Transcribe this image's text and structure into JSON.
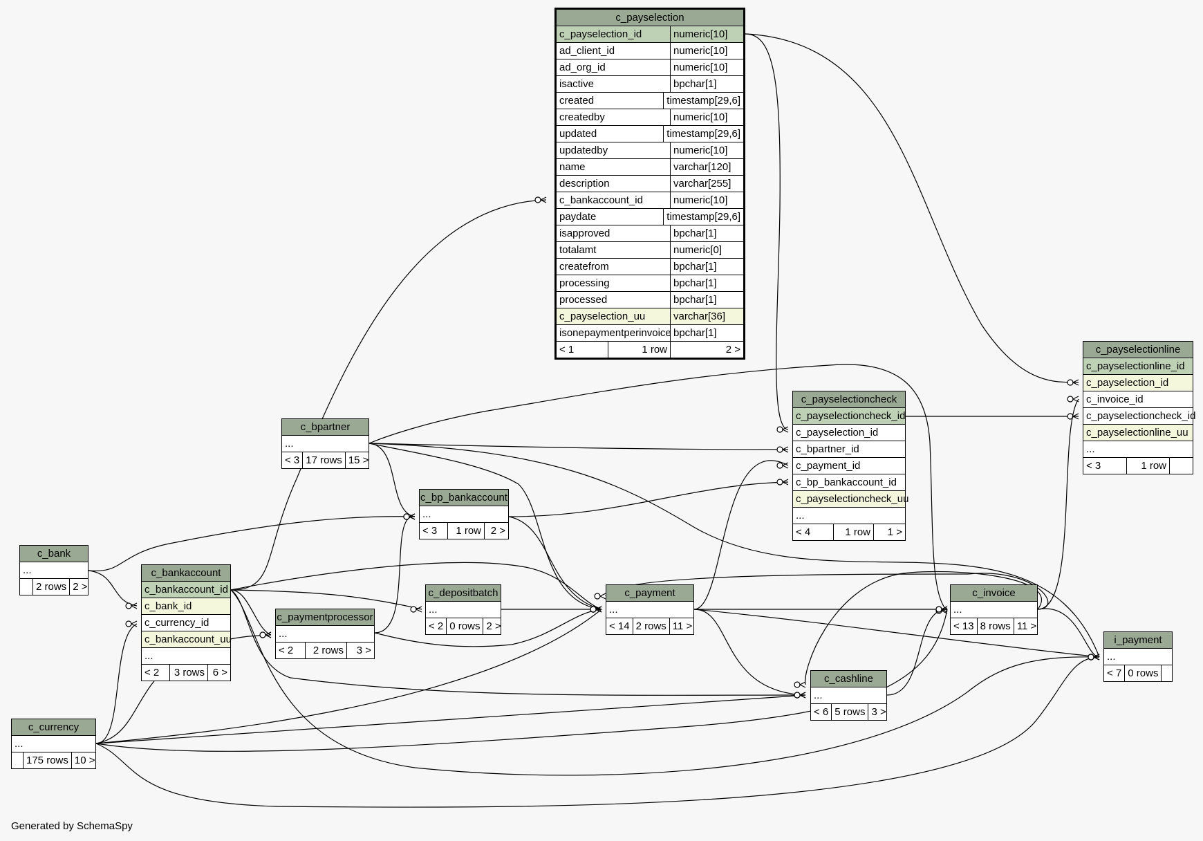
{
  "footer_text": "Generated by SchemaSpy",
  "colors": {
    "header": "#9aa994",
    "primary_key": "#bfd1b5",
    "unique": "#f4f7dc",
    "background": "#f7f7f7"
  },
  "tables": {
    "c_payselection": {
      "name": "c_payselection",
      "columns": [
        {
          "name": "c_payselection_id",
          "type": "numeric[10]",
          "kind": "pk"
        },
        {
          "name": "ad_client_id",
          "type": "numeric[10]"
        },
        {
          "name": "ad_org_id",
          "type": "numeric[10]"
        },
        {
          "name": "isactive",
          "type": "bpchar[1]"
        },
        {
          "name": "created",
          "type": "timestamp[29,6]"
        },
        {
          "name": "createdby",
          "type": "numeric[10]"
        },
        {
          "name": "updated",
          "type": "timestamp[29,6]"
        },
        {
          "name": "updatedby",
          "type": "numeric[10]"
        },
        {
          "name": "name",
          "type": "varchar[120]"
        },
        {
          "name": "description",
          "type": "varchar[255]"
        },
        {
          "name": "c_bankaccount_id",
          "type": "numeric[10]"
        },
        {
          "name": "paydate",
          "type": "timestamp[29,6]"
        },
        {
          "name": "isapproved",
          "type": "bpchar[1]"
        },
        {
          "name": "totalamt",
          "type": "numeric[0]"
        },
        {
          "name": "createfrom",
          "type": "bpchar[1]"
        },
        {
          "name": "processing",
          "type": "bpchar[1]"
        },
        {
          "name": "processed",
          "type": "bpchar[1]"
        },
        {
          "name": "c_payselection_uu",
          "type": "varchar[36]",
          "kind": "uq"
        },
        {
          "name": "isonepaymentperinvoice",
          "type": "bpchar[1]"
        }
      ],
      "footer": [
        "< 1",
        "1 row",
        "2 >"
      ]
    },
    "c_payselectionline": {
      "name": "c_payselectionline",
      "columns": [
        {
          "name": "c_payselectionline_id",
          "kind": "pk"
        },
        {
          "name": "c_payselection_id",
          "kind": "uq"
        },
        {
          "name": "c_invoice_id"
        },
        {
          "name": "c_payselectioncheck_id"
        },
        {
          "name": "c_payselectionline_uu",
          "kind": "uq"
        },
        {
          "name": "..."
        }
      ],
      "footer": [
        "< 3",
        "1 row",
        ""
      ]
    },
    "c_payselectioncheck": {
      "name": "c_payselectioncheck",
      "columns": [
        {
          "name": "c_payselectioncheck_id",
          "kind": "pk"
        },
        {
          "name": "c_payselection_id"
        },
        {
          "name": "c_bpartner_id"
        },
        {
          "name": "c_payment_id"
        },
        {
          "name": "c_bp_bankaccount_id"
        },
        {
          "name": "c_payselectioncheck_uu",
          "kind": "uq"
        },
        {
          "name": "..."
        }
      ],
      "footer": [
        "< 4",
        "1 row",
        "1 >"
      ]
    },
    "c_bpartner": {
      "name": "c_bpartner",
      "columns": [
        {
          "name": "..."
        }
      ],
      "footer": [
        "< 3",
        "17 rows",
        "15 >"
      ]
    },
    "c_bp_bankaccount": {
      "name": "c_bp_bankaccount",
      "columns": [
        {
          "name": "..."
        }
      ],
      "footer": [
        "< 3",
        "1 row",
        "2 >"
      ]
    },
    "c_bank": {
      "name": "c_bank",
      "columns": [
        {
          "name": "..."
        }
      ],
      "footer": [
        "",
        "2 rows",
        "2 >"
      ]
    },
    "c_bankaccount": {
      "name": "c_bankaccount",
      "columns": [
        {
          "name": "c_bankaccount_id",
          "kind": "pk"
        },
        {
          "name": "c_bank_id",
          "kind": "uq"
        },
        {
          "name": "c_currency_id"
        },
        {
          "name": "c_bankaccount_uu",
          "kind": "uq"
        },
        {
          "name": "..."
        }
      ],
      "footer": [
        "< 2",
        "3 rows",
        "6 >"
      ]
    },
    "c_depositbatch": {
      "name": "c_depositbatch",
      "columns": [
        {
          "name": "..."
        }
      ],
      "footer": [
        "< 2",
        "0 rows",
        "2 >"
      ]
    },
    "c_paymentprocessor": {
      "name": "c_paymentprocessor",
      "columns": [
        {
          "name": "..."
        }
      ],
      "footer": [
        "< 2",
        "2 rows",
        "3 >"
      ]
    },
    "c_payment": {
      "name": "c_payment",
      "columns": [
        {
          "name": "..."
        }
      ],
      "footer": [
        "< 14",
        "2 rows",
        "11 >"
      ]
    },
    "c_invoice": {
      "name": "c_invoice",
      "columns": [
        {
          "name": "..."
        }
      ],
      "footer": [
        "< 13",
        "8 rows",
        "11 >"
      ]
    },
    "c_cashline": {
      "name": "c_cashline",
      "columns": [
        {
          "name": "..."
        }
      ],
      "footer": [
        "< 6",
        "5 rows",
        "3 >"
      ]
    },
    "i_payment": {
      "name": "i_payment",
      "columns": [
        {
          "name": "..."
        }
      ],
      "footer": [
        "< 7",
        "0 rows",
        ""
      ]
    },
    "c_currency": {
      "name": "c_currency",
      "columns": [
        {
          "name": "..."
        }
      ],
      "footer": [
        "",
        "175 rows",
        "10 >"
      ]
    }
  }
}
